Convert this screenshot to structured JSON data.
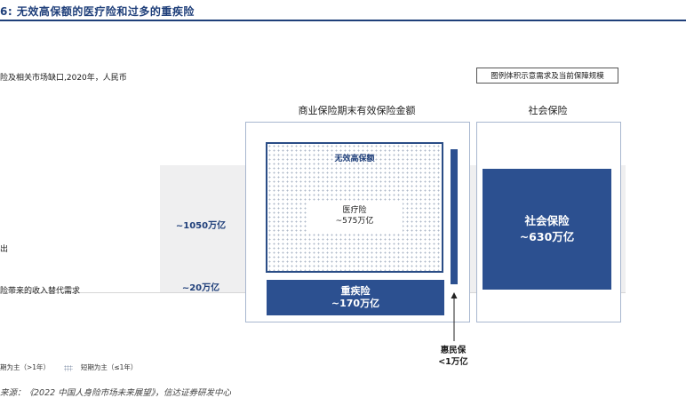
{
  "header": {
    "title": "6:  无效高保额的医疗险和过多的重疾险"
  },
  "subtitle": "险及相关市场缺口,2020年，人民币",
  "legend_note": "图例体积示意需求及当前保障规模",
  "row_labels": {
    "expense": "出",
    "income": "险带来的收入替代需求"
  },
  "amounts": {
    "large": "~1050万亿",
    "small": "~20万亿"
  },
  "commercial": {
    "heading": "商业保险期末有效保险金额",
    "invalid_label": "无效高保额",
    "medical_name": "医疗险",
    "medical_value": "~575万亿",
    "critical_name": "重疾险",
    "critical_value": "~170万亿"
  },
  "social": {
    "heading": "社会保险",
    "name": "社会保险",
    "value": "~630万亿"
  },
  "huiminbao": {
    "name": "惠民保",
    "value": "<1万亿"
  },
  "footer_legend": {
    "long": "期为主（>1年）",
    "short": "短期为主（≤1年）"
  },
  "source": "来源：《2022 中国人身险市场未来展望》，信达证券研发中心",
  "colors": {
    "primary": "#2c5090",
    "title": "#1f3f7a",
    "band": "#efeff0"
  }
}
